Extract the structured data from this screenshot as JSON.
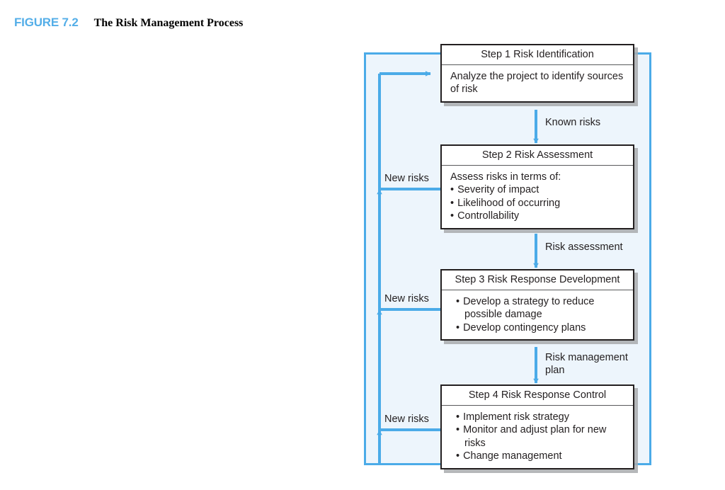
{
  "figure": {
    "label": "FIGURE 7.2",
    "title": "The Risk Management Process",
    "label_color": "#54AEE8",
    "title_color": "#000000"
  },
  "theme": {
    "accent_blue": "#4BABE8",
    "panel_fill": "#EDF5FC",
    "box_border": "#231F20",
    "box_shadow": "#A8AAAD",
    "text": "#231F20"
  },
  "diagram": {
    "type": "flowchart",
    "steps": [
      {
        "id": "step-1",
        "header": "Step 1 Risk Identification",
        "body_type": "paragraph",
        "paragraph": "Analyze the project to identify sources of risk",
        "bullets": []
      },
      {
        "id": "step-2",
        "header": "Step 2 Risk Assessment",
        "body_type": "paragraph-and-bullets",
        "paragraph": "Assess risks in terms of:",
        "bullets": [
          "Severity of impact",
          "Likelihood of occurring",
          "Controllability"
        ]
      },
      {
        "id": "step-3",
        "header": "Step 3 Risk Response Development",
        "body_type": "bullets",
        "paragraph": "",
        "bullets": [
          "Develop a strategy to reduce possible damage",
          "Develop contingency plans"
        ]
      },
      {
        "id": "step-4",
        "header": "Step 4 Risk Response Control",
        "body_type": "bullets",
        "paragraph": "",
        "bullets": [
          "Implement risk strategy",
          "Monitor and adjust plan for new risks",
          "Change management"
        ]
      }
    ],
    "flow_labels": [
      {
        "id": "flow-1-2",
        "text": "Known risks"
      },
      {
        "id": "flow-2-3",
        "text": "Risk assessment"
      },
      {
        "id": "flow-3-4",
        "text": "Risk management\nplan"
      }
    ],
    "loop_labels": [
      {
        "id": "loop-from-step-2",
        "text": "New risks"
      },
      {
        "id": "loop-from-step-3",
        "text": "New risks"
      },
      {
        "id": "loop-from-step-4",
        "text": "New risks"
      }
    ]
  }
}
